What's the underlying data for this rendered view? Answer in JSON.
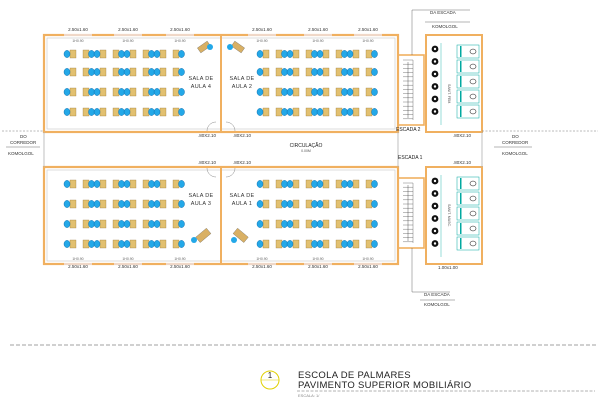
{
  "colors": {
    "wall_outer": "#f0b060",
    "wall_line": "#b0b0b0",
    "desk": "#e2c070",
    "chair": "#23a8e8",
    "chair_dark": "#0c6fb0",
    "teacher_desk": "#d9b064",
    "toilet_dark": "#111111",
    "bath_line": "#00a8a0",
    "title_circle": "#e0d000"
  },
  "room_labels": {
    "sala4_a": "SALA DE",
    "sala4_b": "AULA 4",
    "sala2_a": "SALA DE",
    "sala2_b": "AULA 2",
    "sala3_a": "SALA DE",
    "sala3_b": "AULA 3",
    "sala1_a": "SALA DE",
    "sala1_b": "AULA 1"
  },
  "corridor": {
    "name": "CIRCULAÇÃO",
    "sub": "0.00M"
  },
  "windows": {
    "top": [
      "2.50x1.60",
      "2.50x1.60",
      "2.50x1.60",
      "2.50x1.60",
      "2.50x1.60",
      "2.50x1.60"
    ],
    "top_high": [
      "1H0.90",
      "1H0.90",
      "1H0.90",
      "1H0.90",
      "1H0.90",
      "1H0.90"
    ],
    "bottom": [
      "2.50x1.60",
      "2.50x1.60",
      "2.50x1.60",
      "2.50x1.60",
      "2.50x1.60",
      "2.50x1.60"
    ],
    "bottom_high": [
      "1H0.90",
      "1H0.90",
      "1H0.90",
      "1H0.90",
      "1H0.90",
      "1H0.90"
    ],
    "wc_bottom": "1.00x1.00"
  },
  "doors": {
    "d1": ".80X2.10",
    "d2": ".80X2.10",
    "d3": ".80X2.10",
    "d4": ".80X2.10",
    "d5": ".80X2.10",
    "d6": ".80X2.10"
  },
  "stairs": {
    "escada2": "ESCADA 2",
    "escada1": "ESCADA 1"
  },
  "annotations": {
    "da_escada": "DA ESCADA",
    "komolgol": "KOMOLGOL",
    "do_corredor": "DO",
    "corredor": "CORREDOR",
    "left_code": "KOMOLGOL",
    "right_code": "KOMOLGOL"
  },
  "wc_labels": {
    "top": "SANIT. FEM.",
    "bottom": "SANIT. MASC."
  },
  "title": {
    "number": "1",
    "line1": "ESCOLA DE PALMARES",
    "line2": "PAVIMENTO SUPERIOR MOBILIÁRIO",
    "scale": "ESCALA: 1/"
  }
}
